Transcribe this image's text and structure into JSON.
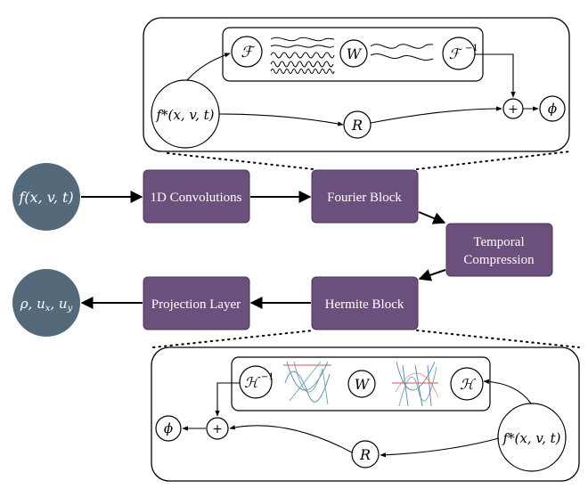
{
  "nodes": {
    "input": "f(x, v, t)",
    "output": "ρ, u",
    "output_sub_x": "x",
    "output_sep": ", u",
    "output_sub_y": "y"
  },
  "blocks": {
    "conv": "1D Convolutions",
    "fourier": "Fourier Block",
    "temporal_line1": "Temporal",
    "temporal_line2": "Compression",
    "hermite": "Hermite Block",
    "projection": "Projection Layer"
  },
  "fourier_detail": {
    "transform": "ℱ",
    "weight": "W",
    "inverse": "ℱ",
    "inverse_sup": "−1",
    "input": "f*(x, v, t)",
    "residual": "R",
    "sum": "+",
    "activation": "ϕ"
  },
  "hermite_detail": {
    "inverse": "ℋ",
    "inverse_sup": "−1",
    "weight": "W",
    "transform": "ℋ",
    "input": "f*(x, v, t)",
    "residual": "R",
    "sum": "+",
    "activation": "ϕ"
  },
  "colors": {
    "block_fill": "#6b4f7c",
    "block_stroke": "#4a3458",
    "node_fill": "#546a7b",
    "hermite_red": "#d9534f",
    "hermite_blue": "#5b7fb5",
    "hermite_teal": "#6aa8a0"
  }
}
